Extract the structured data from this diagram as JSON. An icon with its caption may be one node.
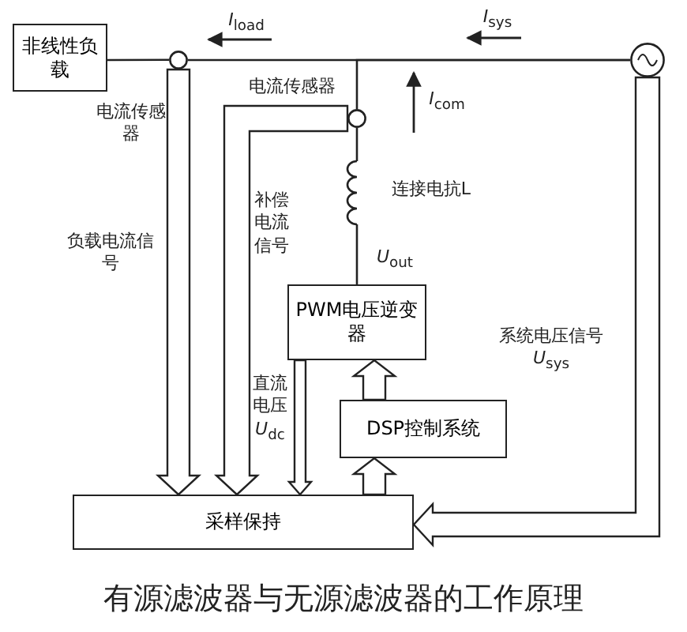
{
  "diagram": {
    "caption": "有源滤波器与无源滤波器的工作原理",
    "nodes": [
      {
        "text": [
          "非线性负载"
        ]
      },
      {
        "text": [],
        "shape": "circle"
      },
      {
        "text": [],
        "shape": "circle",
        "beside": [
          "电流传感器"
        ]
      },
      {
        "text": [],
        "shape": "circle"
      },
      {
        "text": [],
        "shape": "inductor",
        "beside": [
          "连接电抗L"
        ]
      },
      {
        "text": [
          "PWM电压逆变器"
        ]
      },
      {
        "text": [
          "DSP控制系统"
        ]
      },
      {
        "text": [
          "采样保持"
        ]
      }
    ],
    "edges": [
      {
        "from": 0,
        "to": 1,
        "arrow": "none"
      },
      {
        "from": 1,
        "to": 3,
        "arrow": "none"
      },
      {
        "from": 2,
        "to": 3,
        "arrow": "none"
      },
      {
        "from": 2,
        "to": 4,
        "arrow": "none"
      },
      {
        "from": 4,
        "to": 5,
        "arrow": "none"
      },
      {
        "from": 1,
        "to": 7,
        "arrow": "to",
        "style": "thick",
        "label": "负载电流信号"
      },
      {
        "from": 2,
        "to": 7,
        "arrow": "to",
        "style": "thick",
        "label": "补偿电流信号"
      },
      {
        "from": 3,
        "to": 7,
        "arrow": "to",
        "style": "thick",
        "label": "系统电压信号 *U*$_{sys}$"
      },
      {
        "from": 5,
        "to": 7,
        "arrow": "to",
        "style": "thick",
        "label": "直流电压 *U*$_{dc}$"
      },
      {
        "from": 7,
        "to": 6,
        "arrow": "to",
        "style": "thick"
      },
      {
        "from": 6,
        "to": 5,
        "arrow": "to",
        "style": "thick"
      }
    ],
    "labels": [
      "电流传感器",
      "*I*$_{load}$",
      "*I*$_{sys}$",
      "*I*$_{com}$",
      "*U*$_{out}$"
    ]
  }
}
